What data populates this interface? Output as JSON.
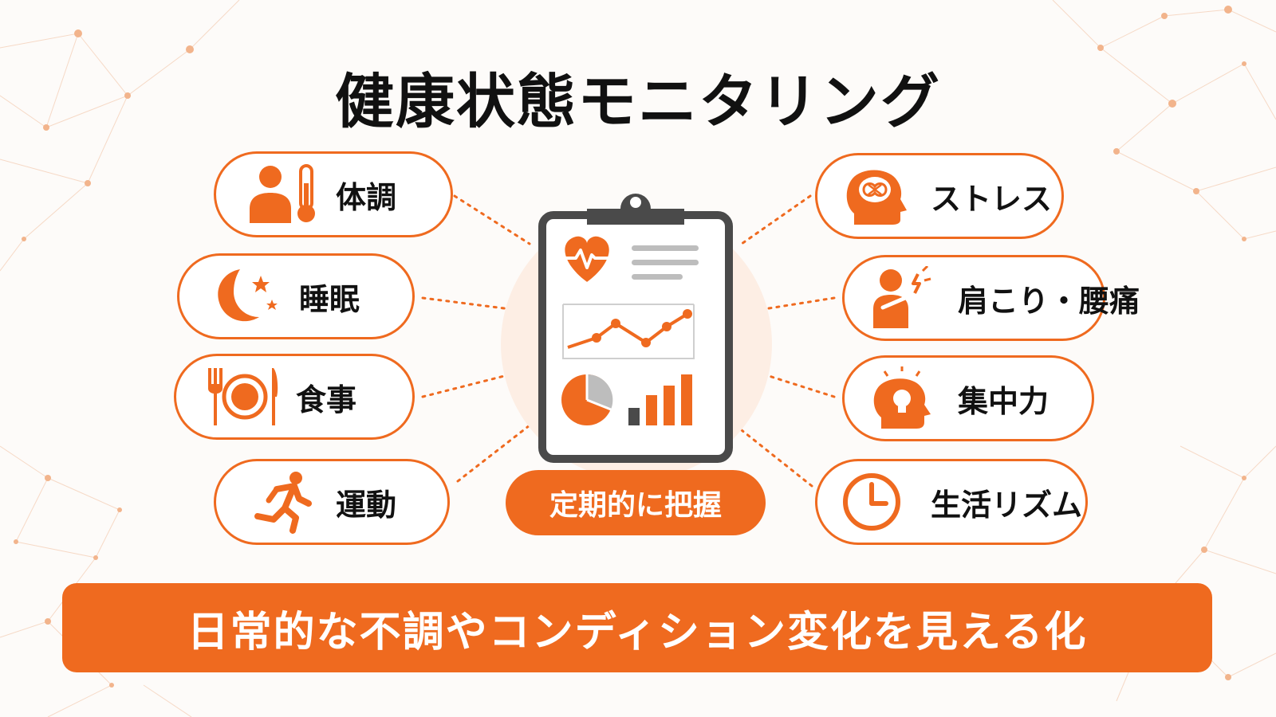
{
  "title": "健康状態モニタリング",
  "center_badge": "定期的に把握",
  "banner": "日常的な不調やコンディション変化を見える化",
  "left_items": [
    {
      "label": "体調",
      "icon": "person-thermometer-icon"
    },
    {
      "label": "睡眠",
      "icon": "moon-stars-icon"
    },
    {
      "label": "食事",
      "icon": "fork-plate-knife-icon"
    },
    {
      "label": "運動",
      "icon": "running-person-icon"
    }
  ],
  "right_items": [
    {
      "label": "ストレス",
      "icon": "brain-head-icon"
    },
    {
      "label": "肩こり・腰痛",
      "icon": "shoulder-pain-icon"
    },
    {
      "label": "集中力",
      "icon": "lightbulb-head-icon"
    },
    {
      "label": "生活リズム",
      "icon": "clock-icon"
    }
  ],
  "colors": {
    "accent": "#ef6a1f",
    "dark": "#4a4a4a",
    "text": "#111111",
    "background": "#fdfbf9"
  }
}
